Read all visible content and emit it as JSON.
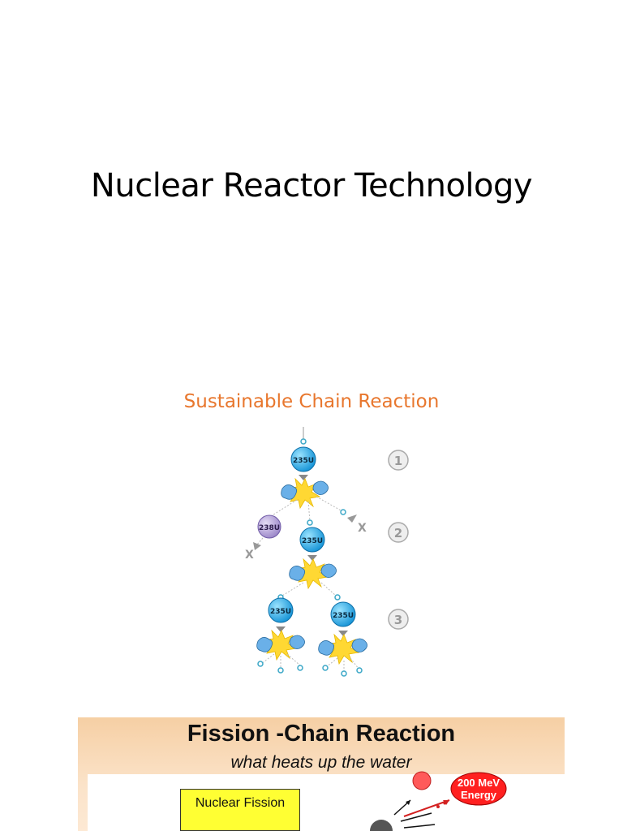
{
  "slide1": {
    "title": "Nuclear Reactor Technology"
  },
  "slide2": {
    "title": "Sustainable Chain Reaction",
    "nuclei": [
      {
        "label": "235U",
        "color": "#22aaee"
      },
      {
        "label": "238U",
        "color": "#b39ddb"
      },
      {
        "label": "235U",
        "color": "#22aaee"
      },
      {
        "label": "235U",
        "color": "#22aaee"
      },
      {
        "label": "235U",
        "color": "#22aaee"
      }
    ],
    "steps": [
      "1",
      "2",
      "3"
    ],
    "lost_marks": [
      "X",
      "X"
    ],
    "colors": {
      "fissile": "#22aaee",
      "fertile": "#b39ddb",
      "flash": "#ffd833"
    }
  },
  "slide3": {
    "title": "Fission -Chain Reaction",
    "subtitle": "what heats up the water",
    "box_label": "Nuclear Fission",
    "energy_label_line1": "200 MeV",
    "energy_label_line2": "Energy"
  }
}
